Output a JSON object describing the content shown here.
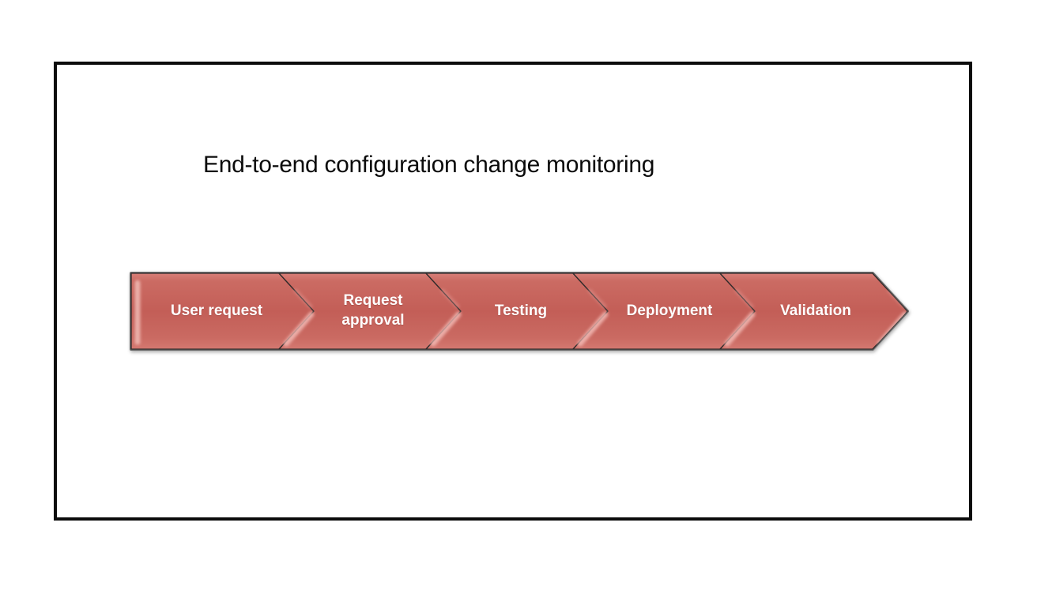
{
  "title": "End-to-end configuration change monitoring",
  "process": {
    "type": "horizontal-chevron-flow",
    "direction": "left-to-right",
    "steps": [
      {
        "label": "User request"
      },
      {
        "label": "Request approval"
      },
      {
        "label": "Testing"
      },
      {
        "label": "Deployment"
      },
      {
        "label": "Validation"
      }
    ]
  },
  "colors": {
    "arrow_fill_mid": "#c35e57",
    "arrow_fill_top": "#d98079",
    "arrow_fill_bottom": "#d47871",
    "arrow_gloss_highlight": "#f2bab4",
    "arrow_segment_outline": "#2e2a2a",
    "arrow_outer_outline": "#6f6f6f",
    "label_text": "#ffffff",
    "title_text": "#0b0b0b",
    "slide_border": "#0c0c0c",
    "background": "#ffffff"
  }
}
